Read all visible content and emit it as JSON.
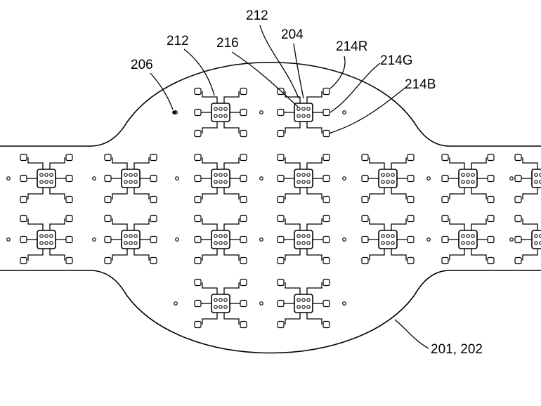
{
  "labels": {
    "ref_212_top": "212",
    "ref_212_left": "212",
    "ref_216": "216",
    "ref_204": "204",
    "ref_214R": "214R",
    "ref_214G": "214G",
    "ref_214B": "214B",
    "ref_206": "206",
    "ref_201_202": "201, 202"
  },
  "colors": {
    "line": "#000000",
    "background": "#ffffff"
  }
}
